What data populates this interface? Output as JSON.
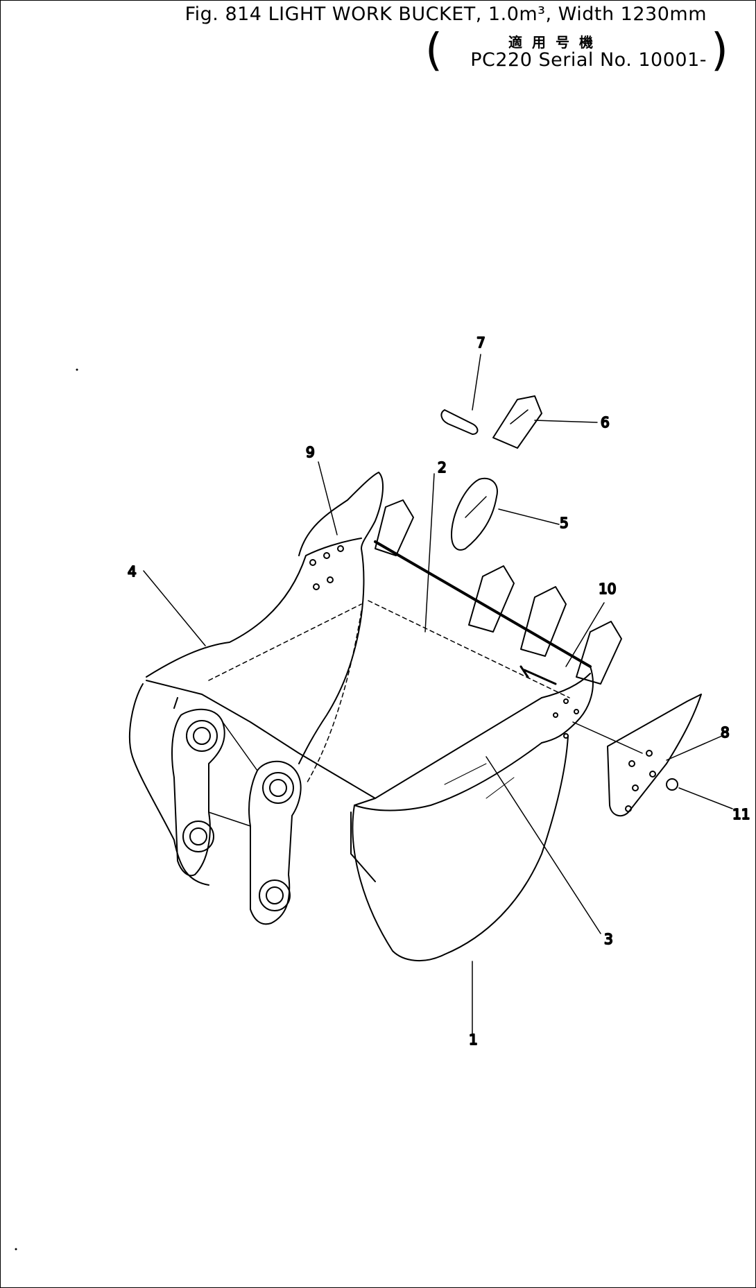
{
  "header": {
    "figure_title": "Fig. 814  LIGHT WORK BUCKET, 1.0m³, Width 1230mm",
    "applicability_label": "適用号機",
    "serial_line": "PC220 Serial No. 10001-"
  },
  "callouts": [
    {
      "id": "1",
      "label": "1"
    },
    {
      "id": "2",
      "label": "2"
    },
    {
      "id": "3",
      "label": "3"
    },
    {
      "id": "4",
      "label": "4"
    },
    {
      "id": "5",
      "label": "5"
    },
    {
      "id": "6",
      "label": "6"
    },
    {
      "id": "7",
      "label": "7"
    },
    {
      "id": "8",
      "label": "8"
    },
    {
      "id": "9",
      "label": "9"
    },
    {
      "id": "10",
      "label": "10"
    },
    {
      "id": "11",
      "label": "11"
    }
  ],
  "colors": {
    "ink": "#000000",
    "paper": "#ffffff"
  }
}
